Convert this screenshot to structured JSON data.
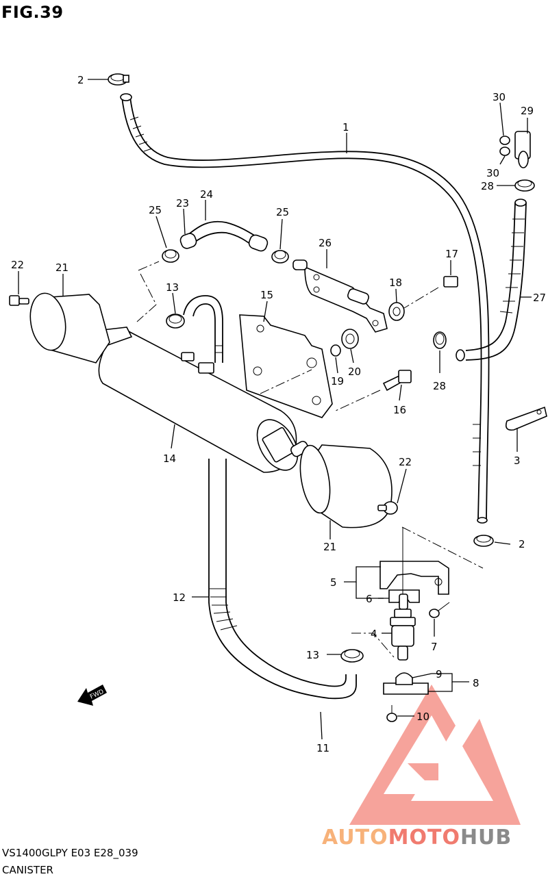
{
  "figure": {
    "title": "FIG.39"
  },
  "footer": {
    "model_code": "VS1400GLPY E03 E28_039",
    "section_name": "CANISTER"
  },
  "watermark": {
    "brand_auto": "AUTO",
    "brand_moto": "MOTO",
    "brand_hub": "HUB",
    "accent_color": "#f07b6f",
    "auto_color": "#f7b27a",
    "hub_color": "#8a8a8a"
  },
  "orientation": {
    "fwd_label": "FWD"
  },
  "callouts": [
    {
      "id": "c2a",
      "label": "2"
    },
    {
      "id": "c1",
      "label": "1"
    },
    {
      "id": "c30a",
      "label": "30"
    },
    {
      "id": "c29",
      "label": "29"
    },
    {
      "id": "c30b",
      "label": "30"
    },
    {
      "id": "c28a",
      "label": "28"
    },
    {
      "id": "c24",
      "label": "24"
    },
    {
      "id": "c23",
      "label": "23"
    },
    {
      "id": "c25a",
      "label": "25"
    },
    {
      "id": "c25b",
      "label": "25"
    },
    {
      "id": "c26",
      "label": "26"
    },
    {
      "id": "c17",
      "label": "17"
    },
    {
      "id": "c22a",
      "label": "22"
    },
    {
      "id": "c21a",
      "label": "21"
    },
    {
      "id": "c13a",
      "label": "13"
    },
    {
      "id": "c15",
      "label": "15"
    },
    {
      "id": "c18",
      "label": "18"
    },
    {
      "id": "c27",
      "label": "27"
    },
    {
      "id": "c19",
      "label": "19"
    },
    {
      "id": "c20",
      "label": "20"
    },
    {
      "id": "c28b",
      "label": "28"
    },
    {
      "id": "c16",
      "label": "16"
    },
    {
      "id": "c3",
      "label": "3"
    },
    {
      "id": "c14",
      "label": "14"
    },
    {
      "id": "c22b",
      "label": "22"
    },
    {
      "id": "c2b",
      "label": "2"
    },
    {
      "id": "c21b",
      "label": "21"
    },
    {
      "id": "c5",
      "label": "5"
    },
    {
      "id": "c6",
      "label": "6"
    },
    {
      "id": "c12",
      "label": "12"
    },
    {
      "id": "c4",
      "label": "4"
    },
    {
      "id": "c7",
      "label": "7"
    },
    {
      "id": "c13b",
      "label": "13"
    },
    {
      "id": "c9",
      "label": "9"
    },
    {
      "id": "c8",
      "label": "8"
    },
    {
      "id": "c10",
      "label": "10"
    },
    {
      "id": "c11",
      "label": "11"
    }
  ]
}
